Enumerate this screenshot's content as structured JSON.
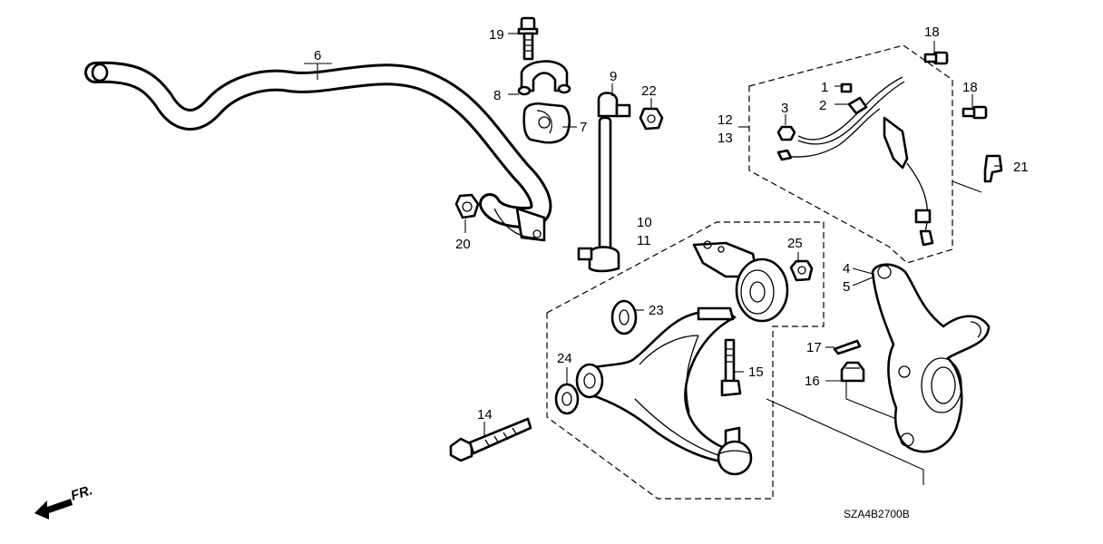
{
  "callouts": {
    "c1": "1",
    "c2": "2",
    "c3": "3",
    "c4": "4",
    "c5": "5",
    "c6": "6",
    "c7": "7",
    "c8": "8",
    "c9": "9",
    "c10": "10",
    "c11": "11",
    "c12": "12",
    "c13": "13",
    "c14": "14",
    "c15": "15",
    "c16": "16",
    "c17": "17",
    "c18a": "18",
    "c18b": "18",
    "c19": "19",
    "c20": "20",
    "c21": "21",
    "c22": "22",
    "c23": "23",
    "c24": "24",
    "c25": "25"
  },
  "diagram_code": "SZA4B2700B",
  "direction_marker": "FR."
}
